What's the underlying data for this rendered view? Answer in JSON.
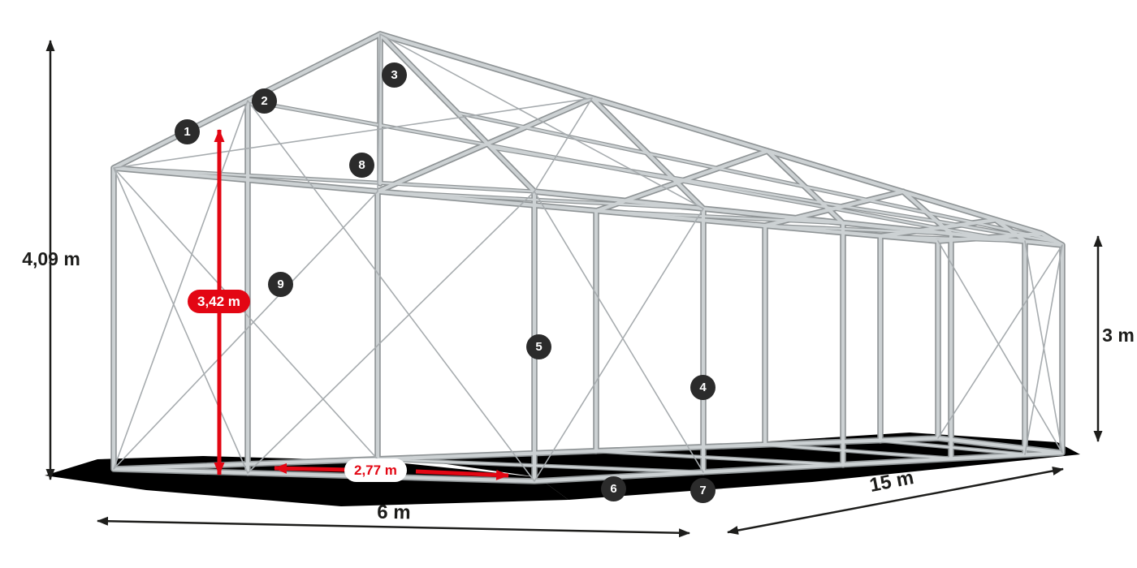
{
  "diagram": {
    "dimensions": {
      "total_height": "4,09 m",
      "inner_height": "3,42 m",
      "side_wall_height": "3 m",
      "width": "6 m",
      "length": "15 m",
      "entrance_width": "2,77 m"
    },
    "markers": {
      "m1": "1",
      "m2": "2",
      "m3": "3",
      "m4": "4",
      "m5": "5",
      "m6": "6",
      "m7": "7",
      "m8": "8",
      "m9": "9"
    },
    "colors": {
      "accent_red": "#e30613",
      "marker_background": "#2b2b2b",
      "frame_tube_light": "#ccd1d3",
      "frame_tube_dark": "#8f9496",
      "dimension_lines": "#1d1d1b",
      "shadow": "#000000"
    }
  }
}
